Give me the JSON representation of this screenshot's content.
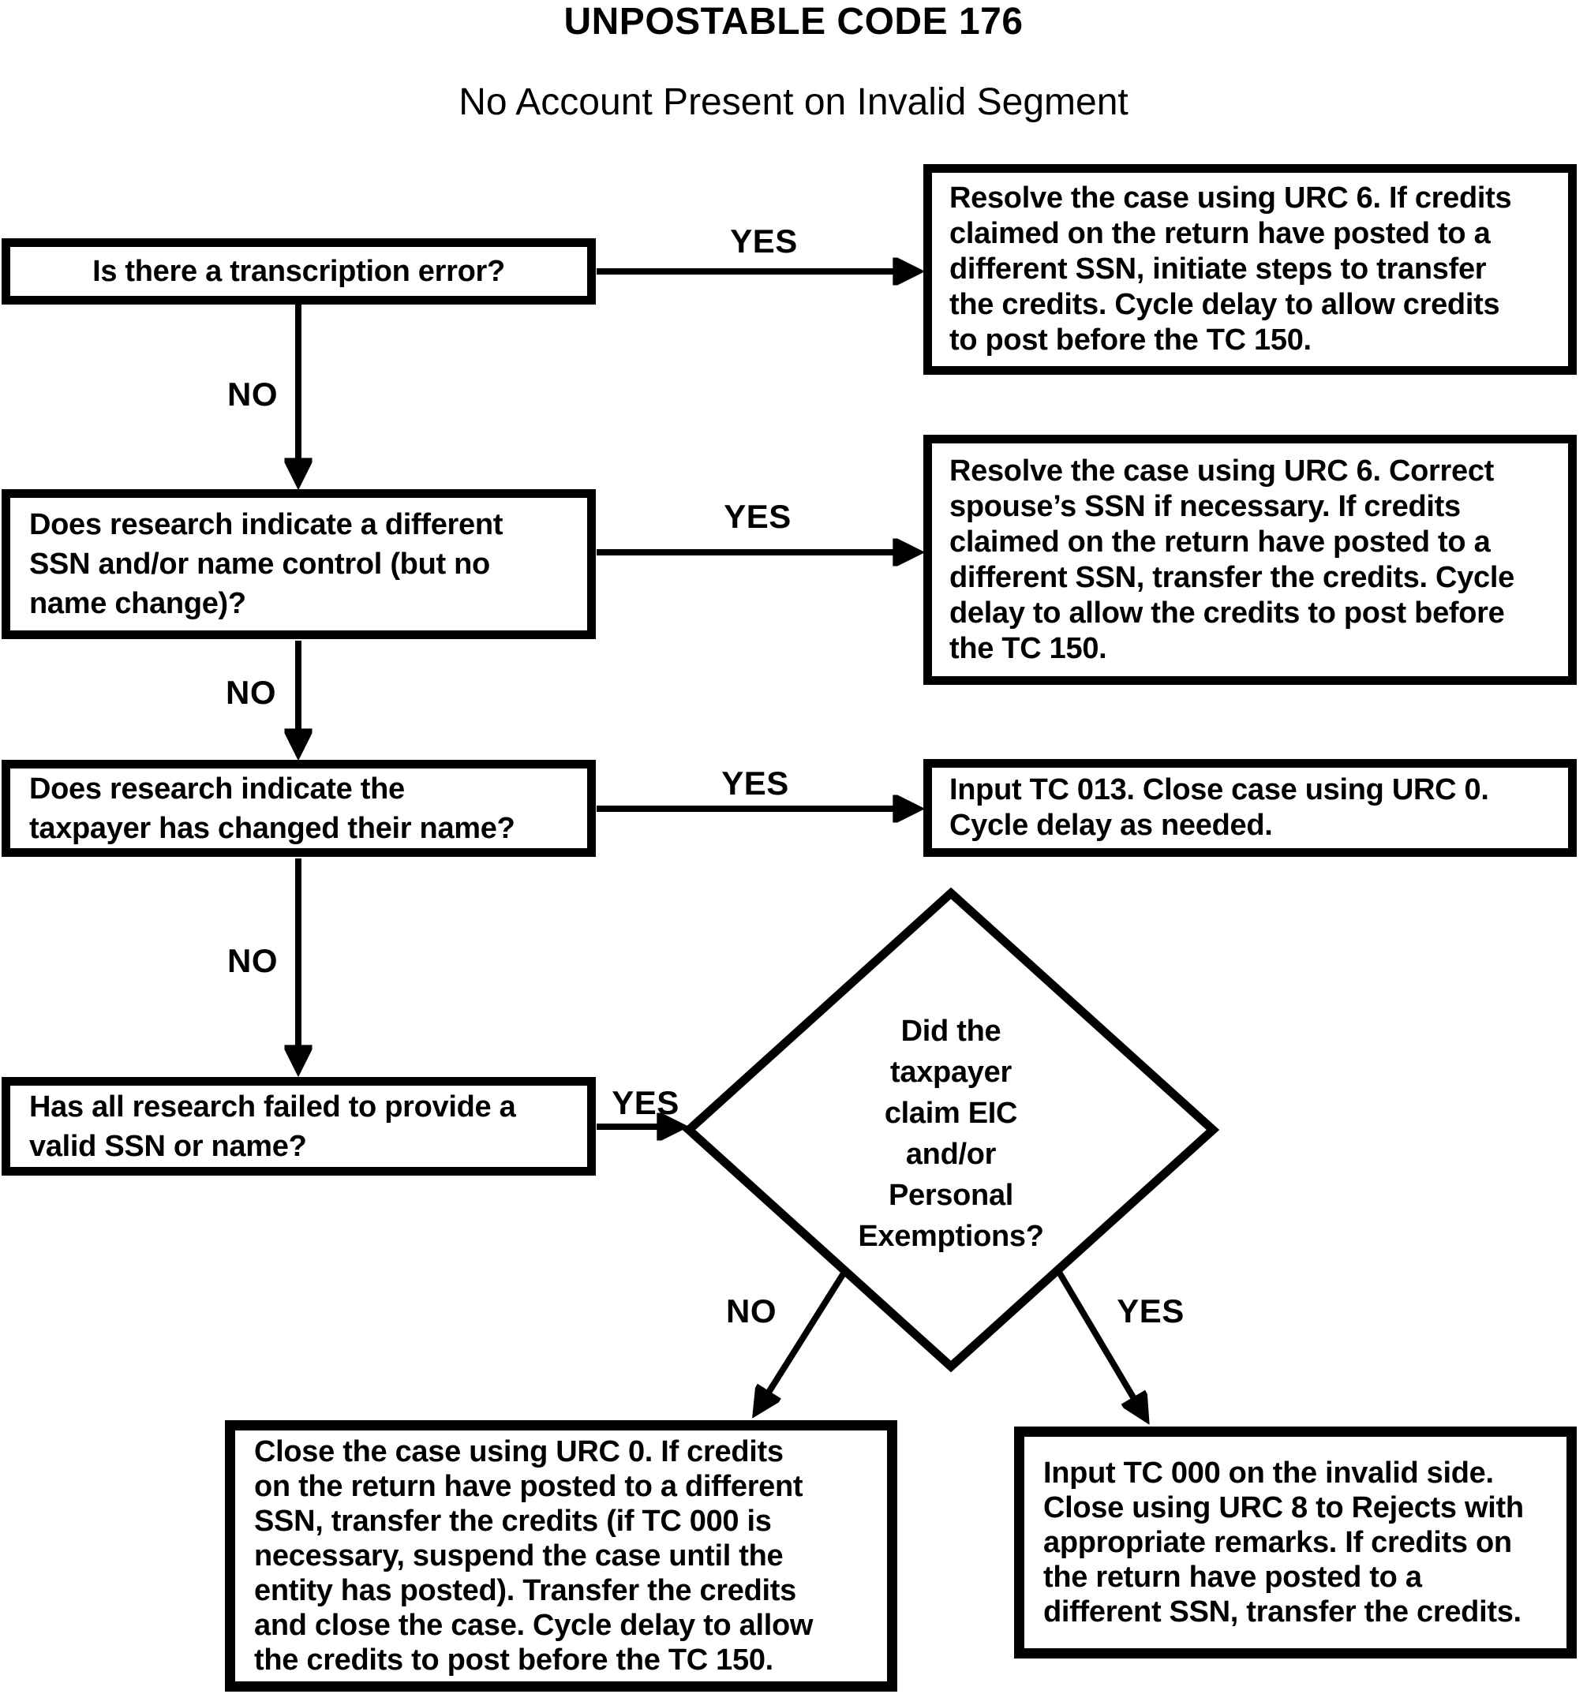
{
  "header": {
    "title": "UNPOSTABLE CODE 176",
    "subtitle": "No Account Present on Invalid Segment"
  },
  "labels": {
    "yes": "YES",
    "no": "NO"
  },
  "decisions": {
    "transcription_error": "Is there a transcription error?",
    "different_ssn_name_control": "Does research indicate a different\nSSN and/or name control (but no\nname change)?",
    "name_changed": "Does research indicate the\ntaxpayer has changed their name?",
    "research_failed": "Has all research failed to provide a\nvalid SSN or name?",
    "eic_personal_exemptions": "Did the\ntaxpayer\nclaim EIC\nand/or\nPersonal\nExemptions?"
  },
  "actions": {
    "transcription_yes": "Resolve the case using URC 6. If credits\nclaimed on the return have posted to a\ndifferent SSN, initiate steps to transfer\nthe credits. Cycle delay to allow credits\nto post before the TC 150.",
    "different_ssn_yes": "Resolve the case using URC 6. Correct\nspouse’s SSN if necessary. If credits\nclaimed on the return have posted to a\ndifferent SSN, transfer the credits. Cycle\ndelay to allow the credits to post before\nthe TC 150.",
    "name_changed_yes": "Input TC 013. Close case using URC 0.\nCycle delay as needed.",
    "exemptions_no": "Close the case using URC 0. If credits\non the return have posted to a different\nSSN, transfer the credits (if TC 000 is\nnecessary, suspend the case until the\nentity has posted). Transfer the credits\nand close the case. Cycle delay to allow\nthe credits to post before the TC 150.",
    "exemptions_yes": "Input TC 000 on the invalid side.\nClose using URC 8 to Rejects with\nappropriate remarks. If credits on\nthe return have posted to a\ndifferent SSN, transfer the credits."
  }
}
